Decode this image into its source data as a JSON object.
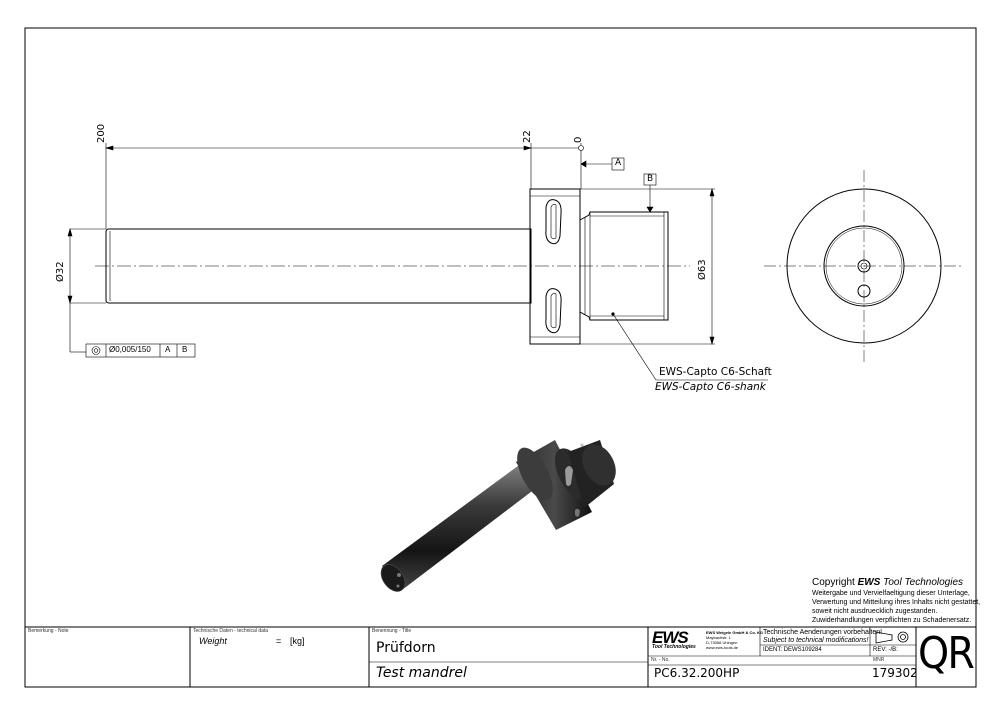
{
  "dimensions": {
    "len_200": "200",
    "len_22": "22",
    "len_0": "0",
    "dia_32": "Ø32",
    "dia_63": "Ø63",
    "datum_a": "A",
    "datum_b": "B"
  },
  "tolerance_frame": {
    "value": "Ø0,005/150",
    "ref_a": "A",
    "ref_b": "B"
  },
  "callout": {
    "line1": "EWS-Capto C6-Schaft",
    "line2": "EWS-Capto C6-shank"
  },
  "copyright": {
    "prefix": "Copyright ",
    "brand": "EWS",
    "suffix": " Tool Technologies",
    "text": "Weitergabe und Vervielfaeltigung dieser Unterlage, Verwertung und Mitteilung ihres Inhalts nicht gestattet, soweit nicht ausdruecklich zugestanden. Zuwiderhandlungen verpflichten zu Schadenersatz."
  },
  "title_block": {
    "remarks_label": "Bemerkung - Note",
    "techdata_label": "Technische Daten - technical data",
    "weight_label": "Weight",
    "weight_eq": "=",
    "weight_unit": "[kg]",
    "title_label": "Benennung - Title",
    "title_de": "Prüfdorn",
    "title_en": "Test mandrel",
    "logo_text": "EWS",
    "logo_sub": "Tool Technologies",
    "company_line1": "EWS Weigele GmbH & Co. KG",
    "company_line2": "Maybachstr. 1",
    "company_line3": "D-73066 Uhingen",
    "company_line4": "www.ews-tools.de",
    "notice_de": "Technische Aenderungen vorbehalten!",
    "notice_en": "Subject to technical modifications!",
    "ident": "IDENT: DEWS109284",
    "rev": "REV: -/B:",
    "number_label": "Nr. - No.",
    "number": "PC6.32.200HP",
    "mnr_label": "MNR",
    "mnr": "179302",
    "qr": "QR"
  }
}
